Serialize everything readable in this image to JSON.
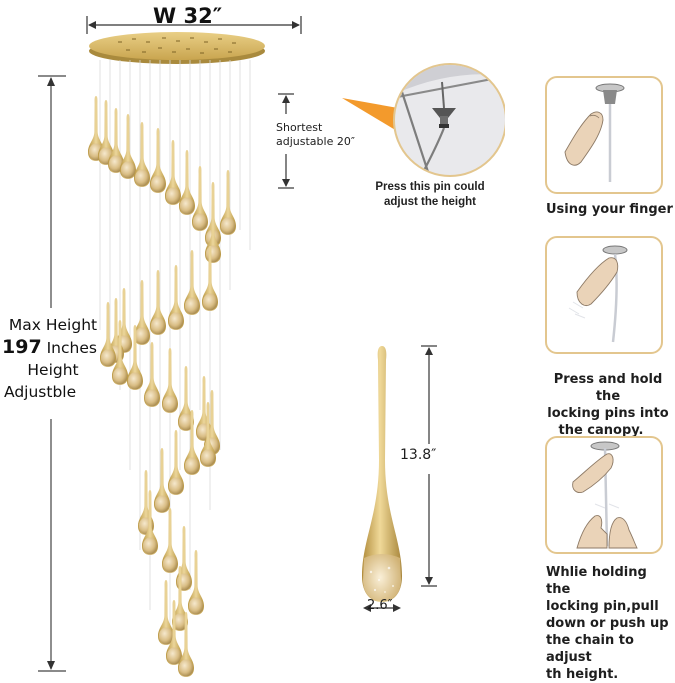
{
  "dimensions": {
    "width_label": "W 32″",
    "shortest_label_line1": "Shortest",
    "shortest_label_line2": "adjustable 20″",
    "max_line1": "Max Height",
    "max_line2_num": "197",
    "max_line2_unit": "Inches",
    "max_line3": "Height",
    "max_line4": "Adjustble",
    "pendant_height": "13.8″",
    "pendant_width": "2.6″"
  },
  "pin_callout": {
    "line1": "Press this pin could",
    "line2": "adjust the height"
  },
  "steps": [
    {
      "icon": "finger-near-pin-icon",
      "caption": [
        "Using your finger"
      ]
    },
    {
      "icon": "finger-press-pin-icon",
      "caption": [
        "Press and hold the",
        "locking pins into",
        "the canopy."
      ]
    },
    {
      "icon": "hands-pull-cable-icon",
      "caption": [
        "Whlie holding the",
        "locking pin,pull",
        "down or push up",
        "the chain to adjust",
        "th height."
      ]
    }
  ],
  "colors": {
    "gold": "#d4b463",
    "gold_dark": "#b8953f",
    "box_border": "#e3c68e",
    "callout_orange": "#f39a2c",
    "skin": "#ead3b8",
    "dim_line": "#444444"
  }
}
